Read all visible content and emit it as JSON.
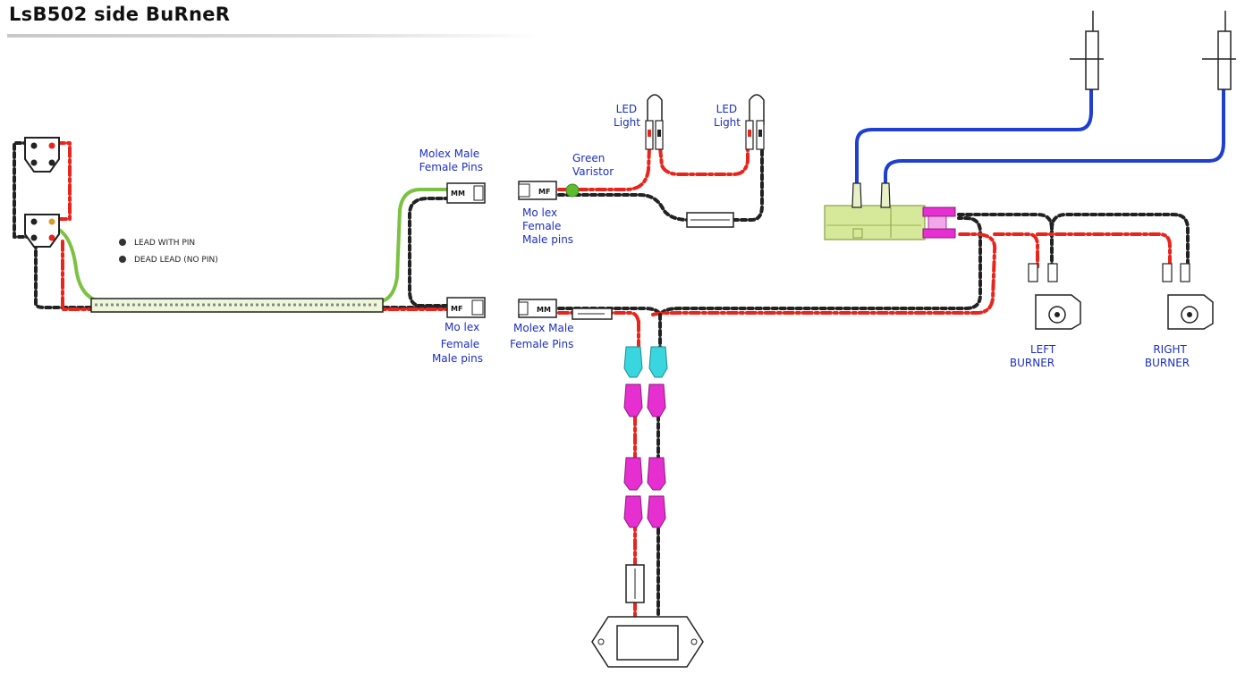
{
  "title": "LsB502 side BuRneR",
  "legend": {
    "lead_with_pin": "LEAD WITH PIN",
    "dead_lead": "DEAD LEAD (NO PIN)"
  },
  "labels": {
    "molex_male_female_pins_top": [
      "Molex Male",
      "Female Pins"
    ],
    "molex_female_male_pins_top": [
      "Mo lex",
      "Female",
      "Male pins"
    ],
    "molex_female_male_pins_mid": [
      "Mo lex",
      "Female",
      "Male pins"
    ],
    "molex_male_female_pins_mid": [
      "Molex Male",
      "Female Pins"
    ],
    "green_varistor": [
      "Green",
      "Varistor"
    ],
    "led_light_1": [
      "LED",
      "Light"
    ],
    "led_light_2": [
      "LED",
      "Light"
    ],
    "left_burner": [
      "LEFT",
      "BURNER"
    ],
    "right_burner": [
      "RIGHT",
      "BURNER"
    ]
  },
  "connectors": {
    "mm": "MM",
    "mf": "MF"
  },
  "colors": {
    "red_wire": "#e8251c",
    "black_wire": "#222222",
    "green_wire": "#7cc242",
    "blue_wire": "#1f3fd0",
    "magenta_terminal": "#e62fd0",
    "cyan_terminal": "#3ad6e0",
    "lime_block": "#d6e89a",
    "label_blue": "#1c2fc4"
  }
}
